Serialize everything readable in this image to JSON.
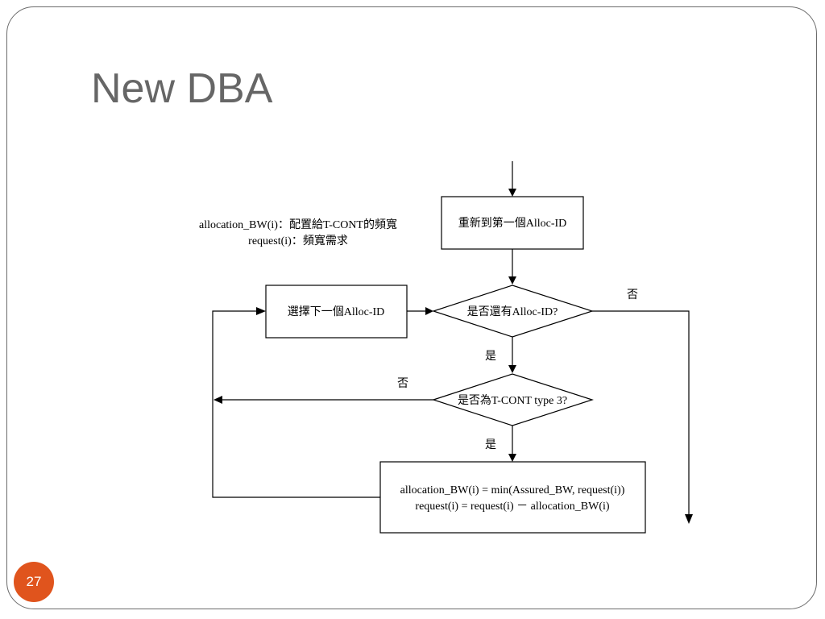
{
  "slide": {
    "title": "New DBA",
    "page_number": "27"
  },
  "legend": {
    "line1": "allocation_BW(i)：配置給T-CONT的頻寬",
    "line2": "request(i)：頻寬需求"
  },
  "flow": {
    "reset_box": "重新到第一個Alloc-ID",
    "select_next_box": "選擇下一個Alloc-ID",
    "decision_more": "是否還有Alloc-ID?",
    "decision_type3": "是否為T-CONT type 3?",
    "compute_line1": "allocation_BW(i) = min(Assured_BW, request(i))",
    "compute_line2": "request(i) = request(i) － allocation_BW(i)",
    "label_no_more": "否",
    "label_yes_more": "是",
    "label_no_type3": "否",
    "label_yes_type3": "是"
  }
}
